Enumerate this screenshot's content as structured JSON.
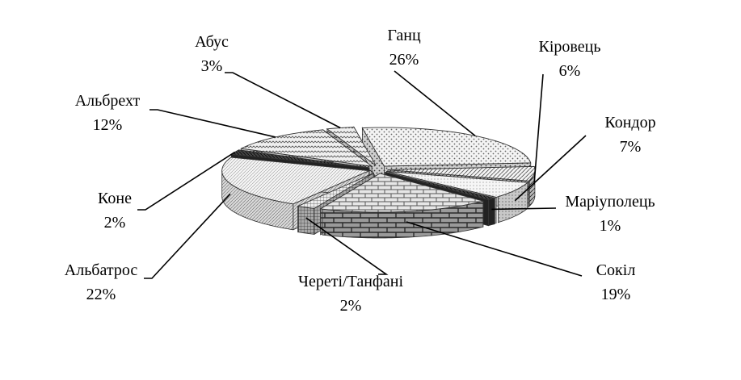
{
  "chart_data": {
    "type": "pie",
    "title": "",
    "slices": [
      {
        "label": "Ганц",
        "value": 26,
        "pct_label": "26%",
        "pattern": "dots"
      },
      {
        "label": "Кіровець",
        "value": 6,
        "pct_label": "6%",
        "pattern": "diag"
      },
      {
        "label": "Кондор",
        "value": 7,
        "pct_label": "7%",
        "pattern": "light"
      },
      {
        "label": "Маріуполець",
        "value": 1,
        "pct_label": "1%",
        "pattern": "dark"
      },
      {
        "label": "Сокіл",
        "value": 19,
        "pct_label": "19%",
        "pattern": "brick"
      },
      {
        "label": "Череті/Танфані",
        "value": 2,
        "pct_label": "2%",
        "pattern": "grid"
      },
      {
        "label": "Альбатрос",
        "value": 22,
        "pct_label": "22%",
        "pattern": "hatch"
      },
      {
        "label": "Коне",
        "value": 2,
        "pct_label": "2%",
        "pattern": "dark"
      },
      {
        "label": "Альбрехт",
        "value": 12,
        "pct_label": "12%",
        "pattern": "wave"
      },
      {
        "label": "Абус",
        "value": 3,
        "pct_label": "3%",
        "pattern": "wave"
      }
    ]
  }
}
